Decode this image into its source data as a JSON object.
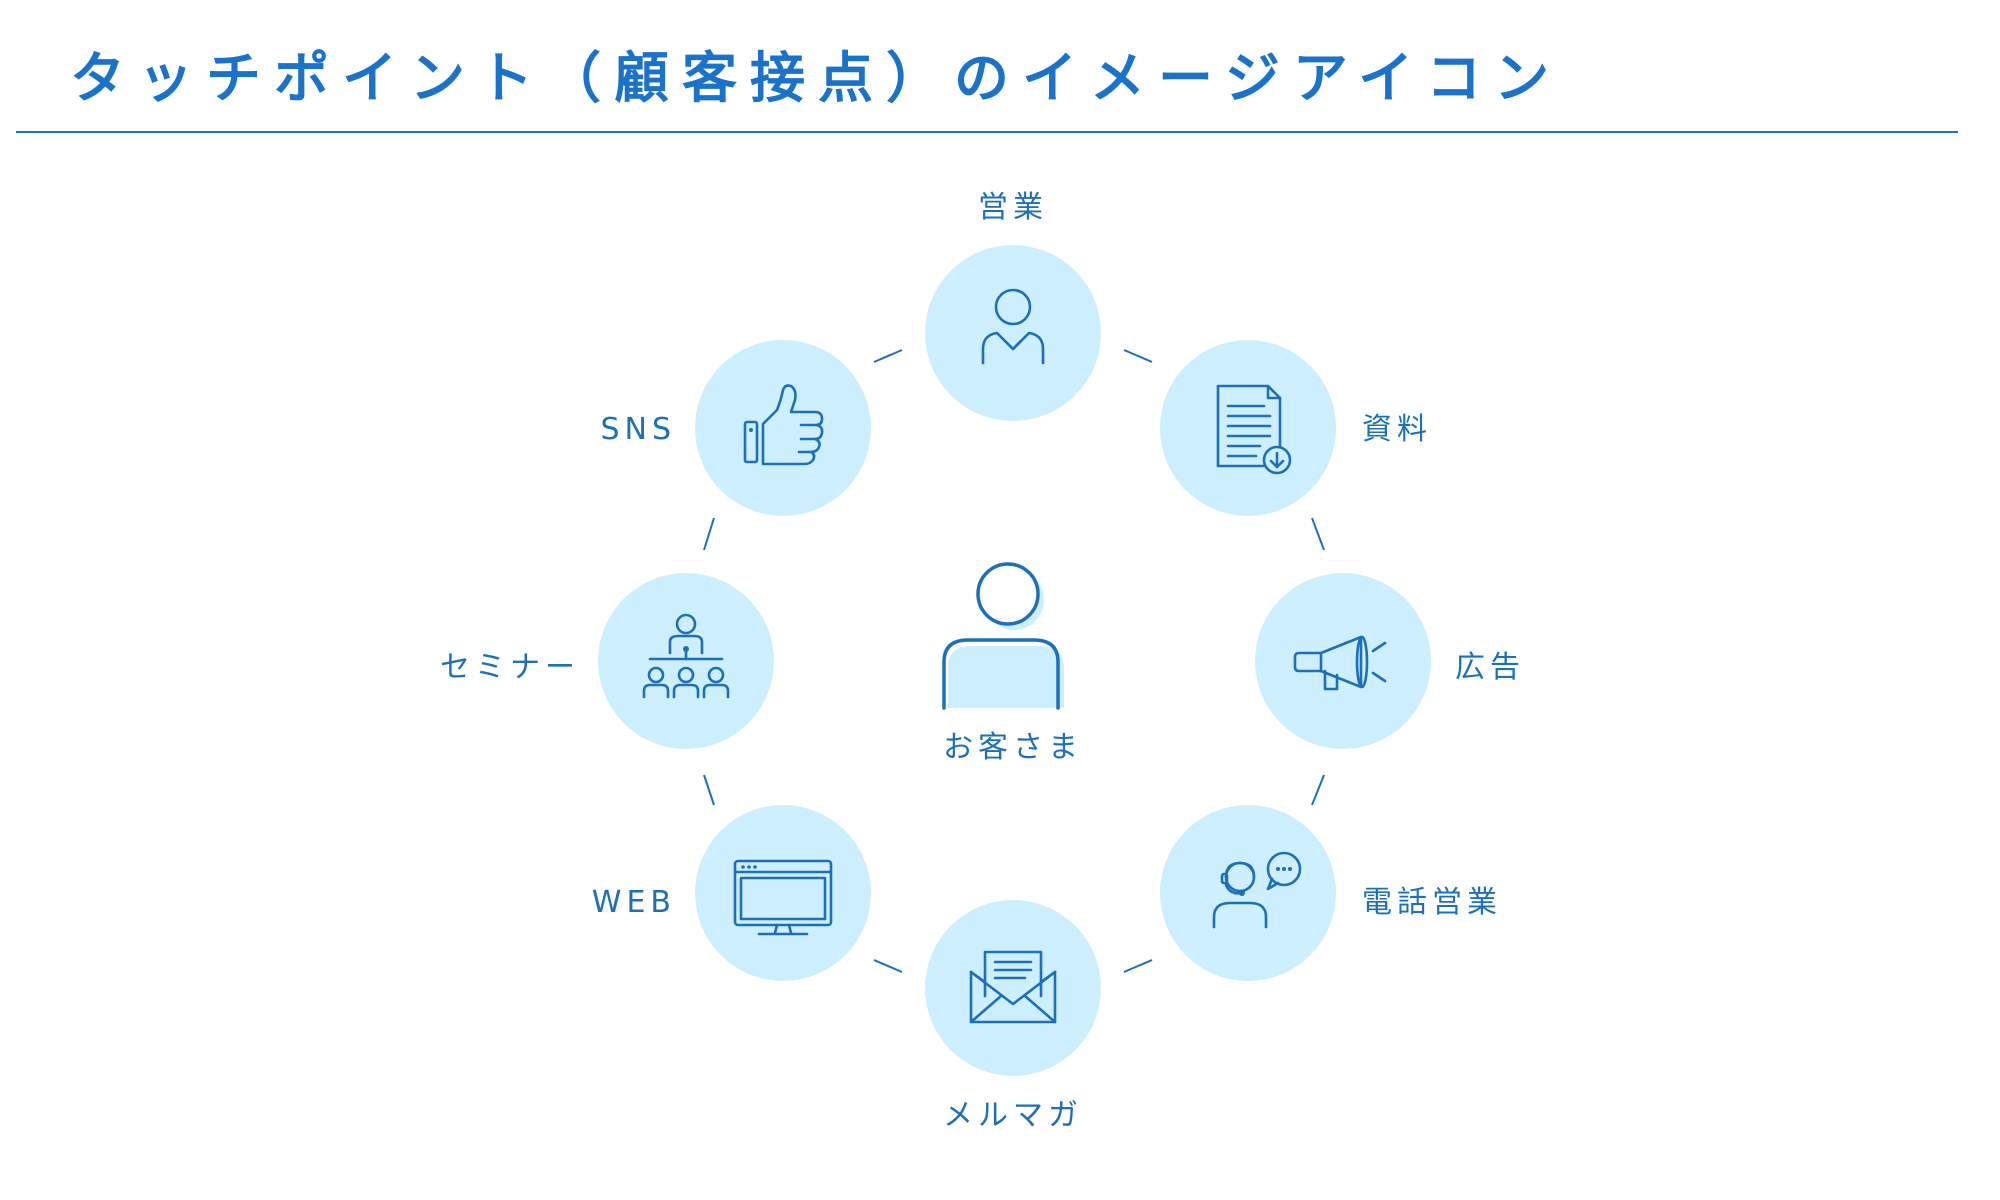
{
  "header": {
    "title": "タッチポイント（顧客接点）のイメージアイコン"
  },
  "center": {
    "label": "お客さま"
  },
  "nodes": [
    {
      "label": "営業",
      "icon": "salesperson-icon"
    },
    {
      "label": "資料",
      "icon": "document-download-icon"
    },
    {
      "label": "広告",
      "icon": "megaphone-icon"
    },
    {
      "label": "電話営業",
      "icon": "headset-operator-icon"
    },
    {
      "label": "メルマガ",
      "icon": "envelope-letter-icon"
    },
    {
      "label": "WEB",
      "icon": "monitor-icon"
    },
    {
      "label": "セミナー",
      "icon": "presentation-audience-icon"
    },
    {
      "label": "SNS",
      "icon": "thumbs-up-icon"
    }
  ],
  "colors": {
    "accent": "#1a73c9",
    "icon_stroke": "#1d6fb8",
    "node_fill": "#cdeefc"
  }
}
